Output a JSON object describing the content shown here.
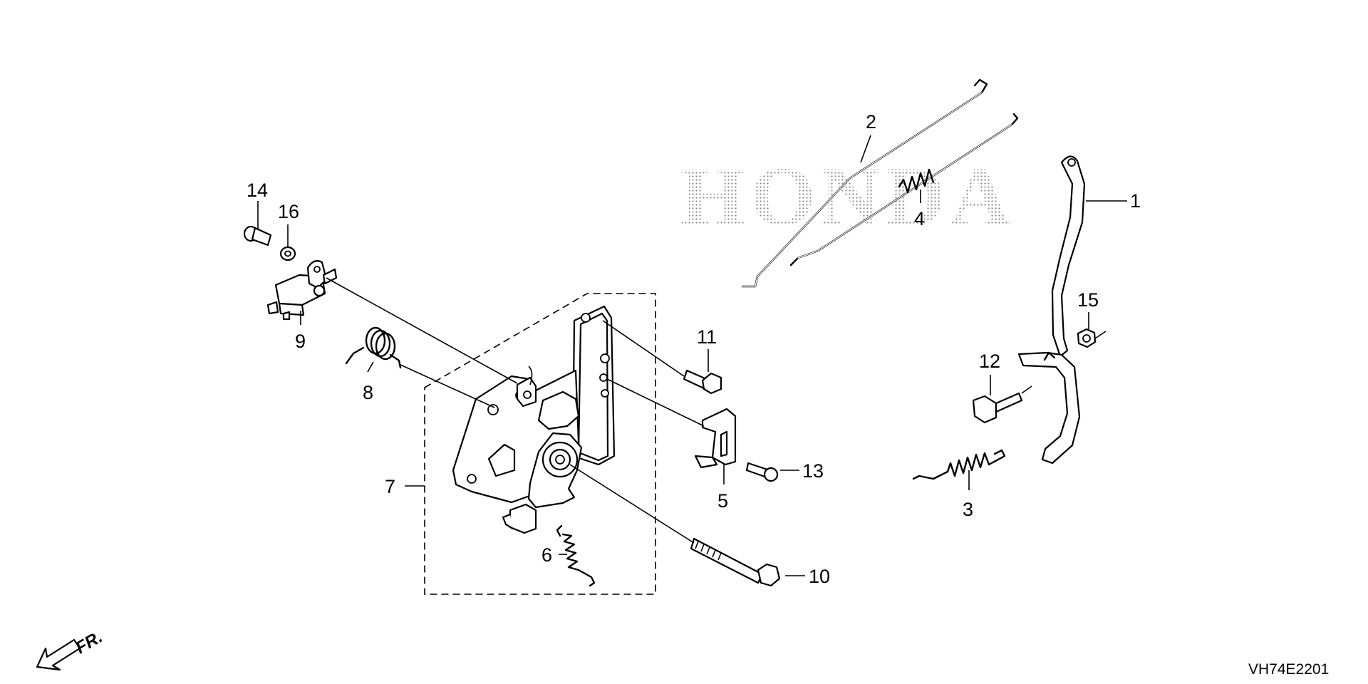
{
  "diagram": {
    "brand_watermark": "HONDA",
    "front_indicator": "FR.",
    "drawing_code": "VH74E2201",
    "callouts": [
      {
        "id": "1",
        "label": "1"
      },
      {
        "id": "2",
        "label": "2"
      },
      {
        "id": "3",
        "label": "3"
      },
      {
        "id": "4",
        "label": "4"
      },
      {
        "id": "5",
        "label": "5"
      },
      {
        "id": "6",
        "label": "6"
      },
      {
        "id": "7",
        "label": "7"
      },
      {
        "id": "8",
        "label": "8"
      },
      {
        "id": "9",
        "label": "9"
      },
      {
        "id": "10",
        "label": "10"
      },
      {
        "id": "11",
        "label": "11"
      },
      {
        "id": "12",
        "label": "12"
      },
      {
        "id": "13",
        "label": "13"
      },
      {
        "id": "14",
        "label": "14"
      },
      {
        "id": "15",
        "label": "15"
      },
      {
        "id": "16",
        "label": "16"
      }
    ],
    "colors": {
      "line": "#000000",
      "background": "#ffffff",
      "watermark": "#8a8a8a"
    }
  }
}
